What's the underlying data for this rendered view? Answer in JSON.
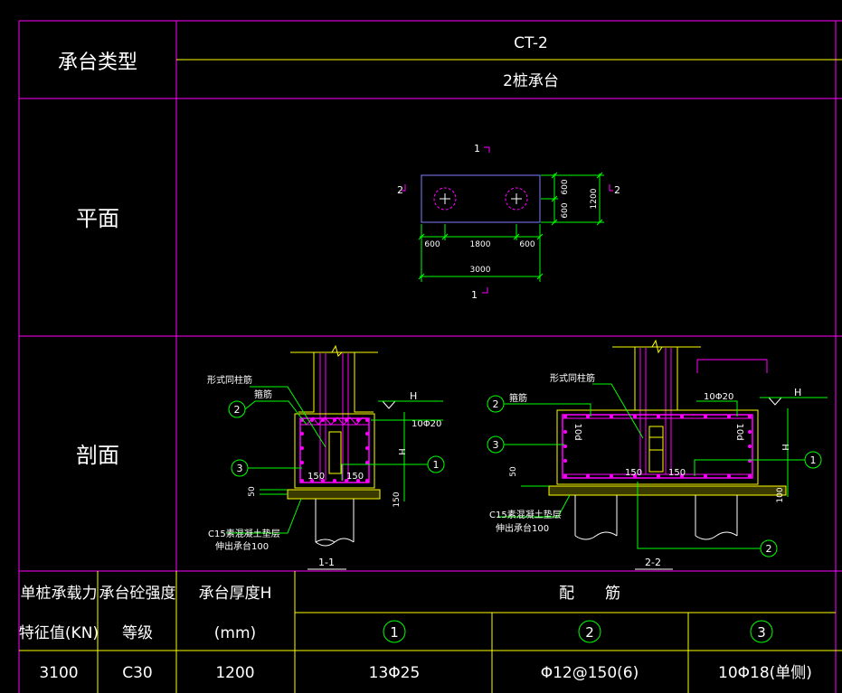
{
  "colors": {
    "background": "#000000",
    "frame": "#ff00ff",
    "table_line": "#ffff00",
    "text": "#ffffff",
    "dimension": "#00ff00",
    "pile_cap": "#ff00ff",
    "plan_rect": "#7f7fff",
    "concrete": "#ffff00",
    "rebar": "#ff00ff",
    "leader": "#00ff00"
  },
  "header": {
    "type_label": "承台类型",
    "type_code": "CT-2",
    "type_name": "2桩承台"
  },
  "rows": {
    "plan_label": "平面",
    "section_label": "剖面"
  },
  "plan": {
    "section_marks": {
      "top": "1",
      "bottom": "1",
      "left": "2",
      "right": "2"
    },
    "dims": {
      "left_edge": "600",
      "middle": "1800",
      "right_edge": "600",
      "total": "3000",
      "upper_half": "600",
      "lower_half": "600",
      "total_height": "1200"
    }
  },
  "section_1": {
    "caption": "1-1",
    "label_column_bars": "形式同柱筋",
    "label_stirrup": "箍筋",
    "callout_2": "2",
    "callout_3": "3",
    "callout_1": "1",
    "top_bars": "10Φ20",
    "elev_mark": "H",
    "dim_h": "H",
    "cover_left": "150",
    "cover_right": "150",
    "dim_50": "50",
    "dim_150": "150",
    "cushion_note_1": "C15素混凝土垫层",
    "cushion_note_2": "伸出承台100"
  },
  "section_2": {
    "caption": "2-2",
    "label_column_bars": "形式同柱筋",
    "label_stirrup": "箍筋",
    "callout_2": "2",
    "callout_3": "3",
    "callout_1": "1",
    "callout_2b": "2",
    "top_bars": "10Φ20",
    "elev_mark": "H",
    "dim_h": "H",
    "anchor_left": "10d",
    "anchor_right": "10d",
    "cover_left": "150",
    "cover_right": "150",
    "dim_50": "50",
    "dim_100": "100",
    "cushion_note_1": "C15素混凝土垫层",
    "cushion_note_2": "伸出承台100"
  },
  "table": {
    "col1_header_1": "单桩承载力",
    "col1_header_2": "特征值(KN)",
    "col2_header_1": "承台砼强度",
    "col2_header_2": "等级",
    "col3_header_1": "承台厚度H",
    "col3_header_2": "(mm)",
    "rebar_header": "配　　筋",
    "rebar_1_no": "1",
    "rebar_2_no": "2",
    "rebar_3_no": "3",
    "capacity": "3100",
    "grade": "C30",
    "thickness": "1200",
    "rebar_1": "13Φ25",
    "rebar_2": "Φ12@150(6)",
    "rebar_3": "10Φ18(单侧)"
  }
}
